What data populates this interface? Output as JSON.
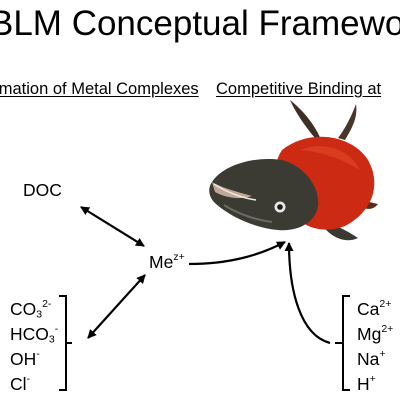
{
  "title": "BLM Conceptual Framework",
  "subtitles": {
    "left": "Formation of Metal Complexes",
    "right": "Competitive Binding at"
  },
  "labels": {
    "doc": "DOC",
    "metal": {
      "base": "Me",
      "charge": "z+"
    }
  },
  "ligands": [
    {
      "base": "CO",
      "sub": "3",
      "sup": "2-"
    },
    {
      "base": "HCO",
      "sub": "3",
      "sup": "-"
    },
    {
      "base": "OH",
      "sub": "",
      "sup": "-"
    },
    {
      "base": "Cl",
      "sub": "",
      "sup": "-"
    }
  ],
  "cations": [
    {
      "base": "Ca",
      "sup": "2+"
    },
    {
      "base": "Mg",
      "sup": "2+"
    },
    {
      "base": "Na",
      "sup": "+"
    },
    {
      "base": "H",
      "sup": "+"
    }
  ],
  "fish": {
    "icon": "salmon-gill-icon",
    "body_color": "#cc2a12",
    "head_color": "#3b3a33"
  }
}
